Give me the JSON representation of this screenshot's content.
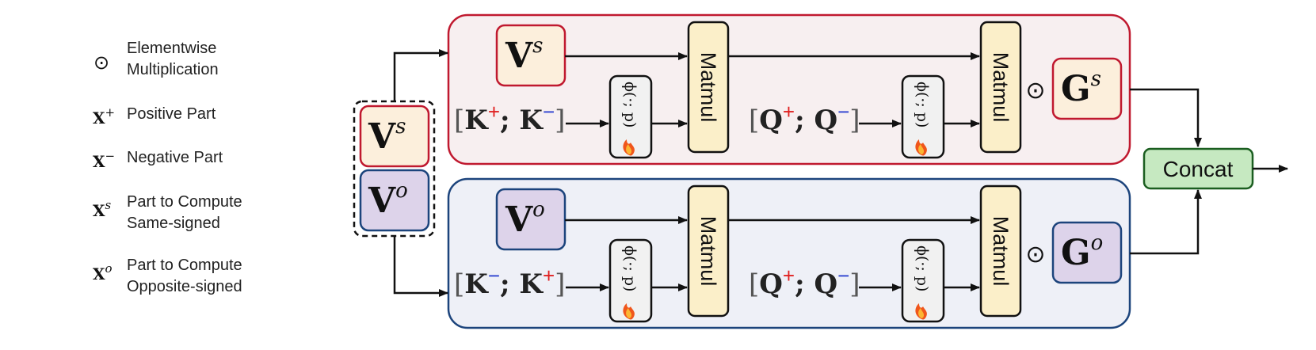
{
  "legend": {
    "elementwise": {
      "symbol": "⊙",
      "line1": "Elementwise",
      "line2": "Multiplication"
    },
    "positive": {
      "base": "X",
      "sup": "+",
      "label": "Positive Part"
    },
    "negative": {
      "base": "X",
      "sup": "−",
      "label": "Negative Part"
    },
    "same": {
      "base": "X",
      "sup": "s",
      "line1": "Part to Compute",
      "line2": "Same-signed"
    },
    "opposite": {
      "base": "X",
      "sup": "o",
      "line1": "Part to Compute",
      "line2": "Opposite-signed"
    }
  },
  "inputs": {
    "vs": {
      "base": "V",
      "sup": "s"
    },
    "vo": {
      "base": "V",
      "sup": "o"
    }
  },
  "top_branch": {
    "v": {
      "base": "V",
      "sup": "s"
    },
    "k_expr": {
      "open": "[",
      "a": "K",
      "a_sign": "+",
      "sep": "; ",
      "b": "K",
      "b_sign": "−",
      "close": "]"
    },
    "q_expr": {
      "open": "[",
      "a": "Q",
      "a_sign": "+",
      "sep": "; ",
      "b": "Q",
      "b_sign": "−",
      "close": "]"
    },
    "phi1": "ϕ(·; p)",
    "phi2": "ϕ(·; p)",
    "matmul1": "Matmul",
    "matmul2": "Matmul",
    "odot": "⊙",
    "g": {
      "base": "G",
      "sup": "s"
    }
  },
  "bottom_branch": {
    "v": {
      "base": "V",
      "sup": "o"
    },
    "k_expr": {
      "open": "[",
      "a": "K",
      "a_sign": "−",
      "sep": "; ",
      "b": "K",
      "b_sign": "+",
      "close": "]"
    },
    "q_expr": {
      "open": "[",
      "a": "Q",
      "a_sign": "+",
      "sep": "; ",
      "b": "Q",
      "b_sign": "−",
      "close": "]"
    },
    "phi1": "ϕ(·; p)",
    "phi2": "ϕ(·; p)",
    "matmul1": "Matmul",
    "matmul2": "Matmul",
    "odot": "⊙",
    "g": {
      "base": "G",
      "sup": "o"
    }
  },
  "concat": "Concat",
  "colors": {
    "red": "#c0192f",
    "blue": "#1c447c",
    "plus": "#e02020",
    "minus": "#2a3fd0",
    "top_panel": "#f7eff0",
    "bottom_panel": "#eef0f7",
    "cream": "#fcefdc",
    "lavender": "#ddd3ea",
    "matmul": "#fbefc9",
    "phi": "#f1f1f1",
    "concat": "#c6e9c1",
    "concat_border": "#1b5e20"
  }
}
